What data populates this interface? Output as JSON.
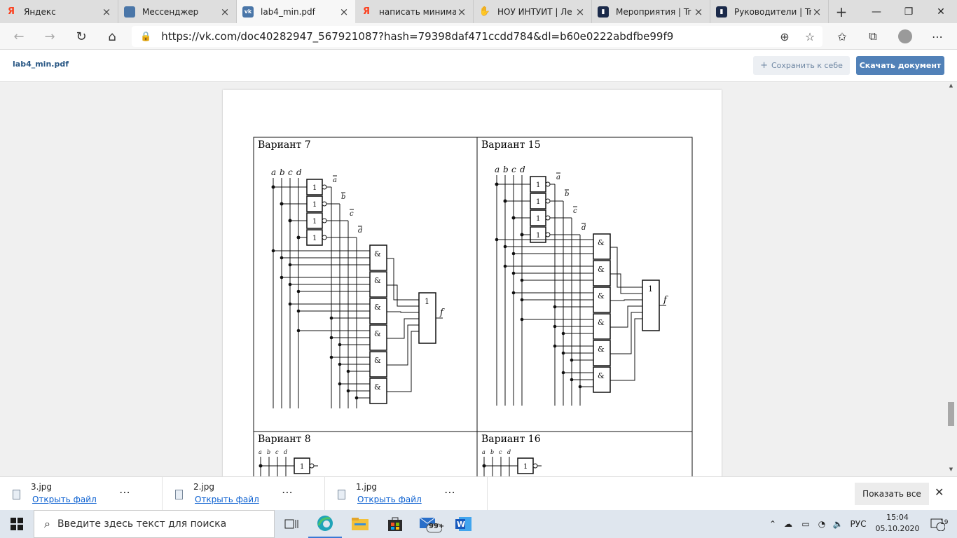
{
  "tabs": [
    {
      "label": "Яндекс",
      "icon": "yandex-icon",
      "color": "#fc3f1d",
      "glyph": "Я",
      "active": false
    },
    {
      "label": "Мессенджер",
      "icon": "messenger-icon",
      "color": "#4a76a8",
      "glyph": "",
      "active": false
    },
    {
      "label": "lab4_min.pdf",
      "icon": "vk-icon",
      "color": "#4a76a8",
      "glyph": "vk",
      "active": true
    },
    {
      "label": "написать минима",
      "icon": "yandex-icon",
      "color": "#fc3f1d",
      "glyph": "Я",
      "active": false
    },
    {
      "label": "НОУ ИНТУИТ | Ле",
      "icon": "intuit-icon",
      "color": "#e5b93a",
      "glyph": "✋",
      "active": false
    },
    {
      "label": "Мероприятия | Tr",
      "icon": "trello-icon",
      "color": "#1b2a4a",
      "glyph": "▮",
      "active": false
    },
    {
      "label": "Руководители | Tr",
      "icon": "trello-icon",
      "color": "#1b2a4a",
      "glyph": "▮",
      "active": false
    }
  ],
  "address": {
    "url": "https://vk.com/doc40282947_567921087?hash=79398daf471ccdd784&dl=b60e0222abdfbe99f9"
  },
  "vk": {
    "doc_title": "lab4_min.pdf",
    "save_label": "Сохранить к себе",
    "download_label": "Скачать документ"
  },
  "document": {
    "variants": [
      {
        "label": "Вариант 7"
      },
      {
        "label": "Вариант 15"
      },
      {
        "label": "Вариант 8"
      },
      {
        "label": "Вариант 16"
      }
    ],
    "inputs": [
      "a",
      "b",
      "c",
      "d"
    ],
    "inv_labels": [
      "a",
      "b",
      "c",
      "d"
    ],
    "not_gate": "1",
    "and_gate": "&",
    "or_gate": "1",
    "output": "f"
  },
  "downloads": [
    {
      "name": "3.jpg",
      "action": "Открыть файл"
    },
    {
      "name": "2.jpg",
      "action": "Открыть файл"
    },
    {
      "name": "1.jpg",
      "action": "Открыть файл"
    }
  ],
  "downloads_bar": {
    "show_all": "Показать все"
  },
  "taskbar": {
    "search_placeholder": "Введите здесь текст для поиска",
    "mail_badge": "99+",
    "language": "РУС",
    "time": "15:04",
    "date": "05.10.2020",
    "notifications": "19"
  }
}
